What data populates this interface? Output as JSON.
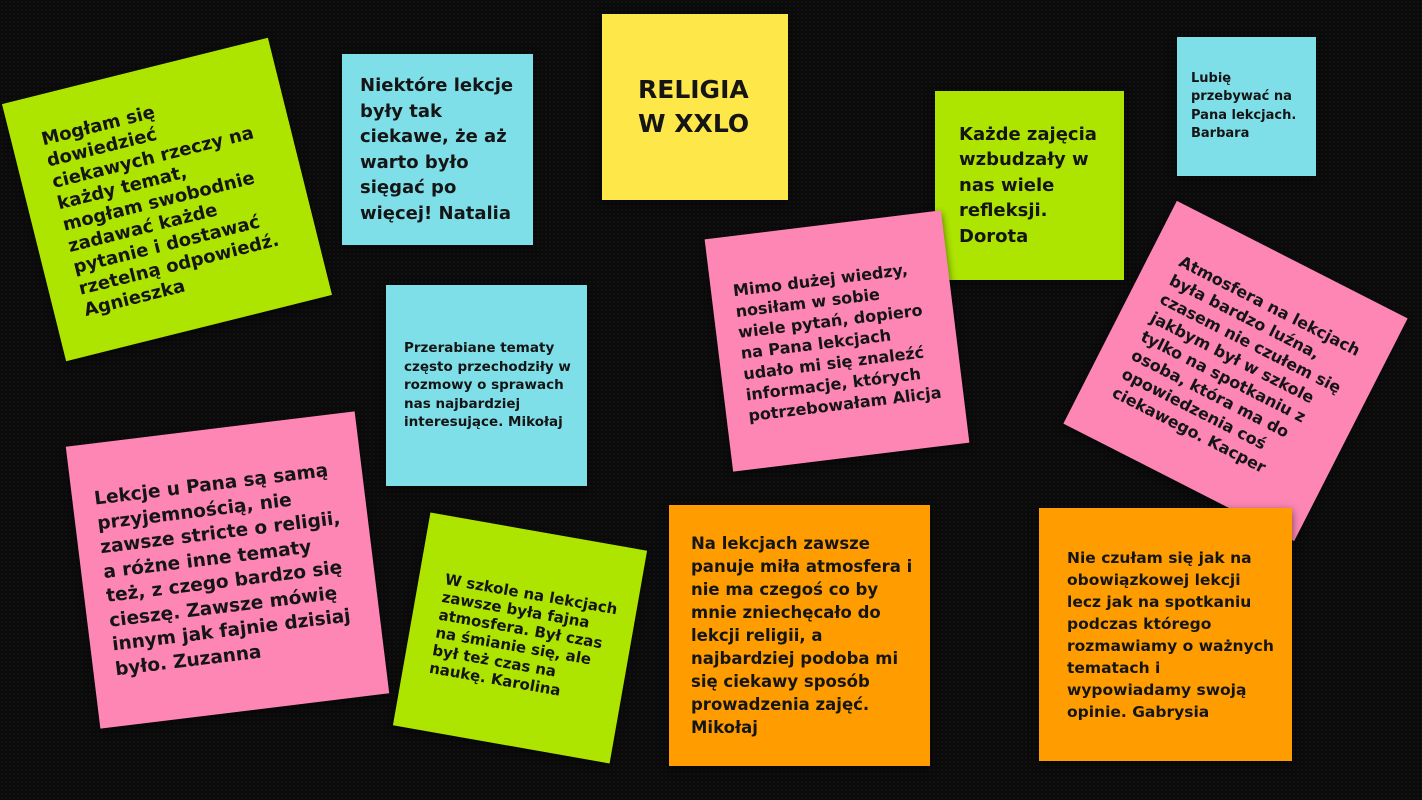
{
  "board": {
    "title": "RELIGIA W XXLO",
    "notes": [
      {
        "id": "agnieszka",
        "color": "#aee500",
        "text": "Mogłam się dowiedzieć ciekawych rzeczy na każdy temat, mogłam swobodnie zadawać każde pytanie i dostawać rzetelną odpowiedź. Agnieszka"
      },
      {
        "id": "natalia",
        "color": "#7edfe9",
        "text": "Niektóre lekcje były tak ciekawe, że aż warto było sięgać po więcej! Natalia"
      },
      {
        "id": "dorota",
        "color": "#aee500",
        "text": "Każde zajęcia wzbudzały w nas wiele refleksji. Dorota"
      },
      {
        "id": "barbara",
        "color": "#7edfe9",
        "text": "Lubię przebywać na Pana lekcjach. Barbara"
      },
      {
        "id": "mikolaj1",
        "color": "#7edfe9",
        "text": "Przerabiane tematy często przechodziły w rozmowy o sprawach nas najbardziej interesujące. Mikołaj"
      },
      {
        "id": "alicja",
        "color": "#fd86b4",
        "text": "Mimo dużej wiedzy, nosiłam w sobie wiele pytań, dopiero na Pana lekcjach udało mi się znaleźć informacje, których potrzebowałam Alicja"
      },
      {
        "id": "kacper",
        "color": "#fd86b4",
        "text": "Atmosfera na lekcjach była bardzo luźna, czasem nie czułem się jakbym był w szkole tylko na spotkaniu z osoba, która ma do opowiedzenia coś ciekawego. Kacper"
      },
      {
        "id": "zuzanna",
        "color": "#fd86b4",
        "text": "Lekcje u Pana są samą przyjemnością, nie zawsze stricte o religii, a różne inne tematy też, z czego bardzo się cieszę. Zawsze mówię innym jak fajnie dzisiaj było. Zuzanna"
      },
      {
        "id": "karolina",
        "color": "#aee500",
        "text": "W szkole na lekcjach zawsze była fajna atmosfera. Był czas na śmianie się, ale był też czas na naukę. Karolina"
      },
      {
        "id": "mikolaj2",
        "color": "#ff9d00",
        "text": "Na lekcjach zawsze panuje miła atmosfera i nie ma czegoś co by mnie zniechęcało do lekcji religii, a najbardziej podoba mi się ciekawy sposób prowadzenia zajęć. Mikołaj"
      },
      {
        "id": "gabrysia",
        "color": "#ff9d00",
        "text": "Nie czułam się jak na obowiązkowej lekcji  lecz jak na spotkaniu podczas którego rozmawiamy o ważnych tematach i wypowiadamy swoją opinie. Gabrysia"
      }
    ]
  }
}
